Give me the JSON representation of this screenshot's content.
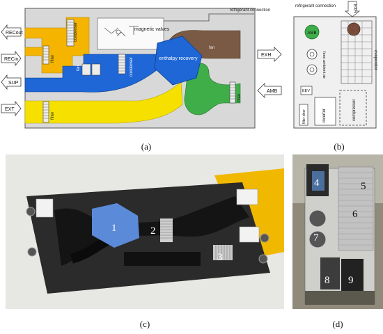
{
  "panels": {
    "a": {
      "caption": "(a)",
      "ports": {
        "rec_out": "RECout",
        "rec_in": "RECin",
        "sup": "SUP",
        "ext": "EXT",
        "exh": "EXH",
        "amb": "AMB"
      },
      "labels": {
        "condenser_top": "condenser",
        "filter": "filter",
        "fan": "fan",
        "condenser_mid": "condenser",
        "magnetic_valves": "magnetic valves",
        "enthalpy_recovery": "enthalpy recovery",
        "refrigerant_connection": "refrigerant connection",
        "fan_right": "fan"
      }
    },
    "b": {
      "caption": "(b)",
      "labels": {
        "refrigerant_connection": "refrigerant connection",
        "exh": "EXH",
        "amb": "AMB",
        "evaporator": "evaporator",
        "fans_ambient_air": "fans ambient air",
        "eev": "EEV",
        "inverter": "inverter",
        "compressor": "compressor",
        "filter_drier": "filter drier"
      }
    },
    "c": {
      "caption": "(c)",
      "markers": [
        "1",
        "2",
        "3"
      ]
    },
    "d": {
      "caption": "(d)",
      "markers": [
        "4",
        "5",
        "6",
        "7",
        "8",
        "9"
      ]
    }
  }
}
